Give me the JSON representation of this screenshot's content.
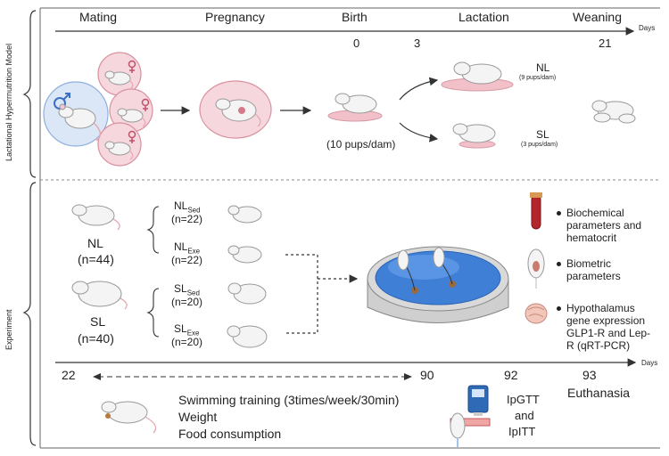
{
  "model_label": "Lactational Hyperrnutrition Model",
  "experiment_label": "Experiment",
  "timeline1": {
    "stages": [
      "Mating",
      "Pregnancy",
      "Birth",
      "Lactation",
      "Weaning"
    ],
    "ticks": [
      "0",
      "3",
      "21"
    ],
    "unit": "Days"
  },
  "litter": {
    "birth_note": "(10 pups/dam)",
    "nl": "NL",
    "nl_note": "(9 pups/dam)",
    "sl": "SL",
    "sl_note": "(3 pups/dam)"
  },
  "groups": {
    "nl": {
      "name": "NL",
      "n": "(n=44)"
    },
    "sl": {
      "name": "SL",
      "n": "(n=40)"
    },
    "nl_sed": {
      "base": "NL",
      "sub": "Sed",
      "n": "(n=22)"
    },
    "nl_exe": {
      "base": "NL",
      "sub": "Exe",
      "n": "(n=22)"
    },
    "sl_sed": {
      "base": "SL",
      "sub": "Sed",
      "n": "(n=20)"
    },
    "sl_exe": {
      "base": "SL",
      "sub": "Exe",
      "n": "(n=20)"
    }
  },
  "outcomes": [
    [
      "Biochemical",
      "parameters and",
      "hematocrit"
    ],
    [
      "Biometric",
      "parameters"
    ],
    [
      "Hypothalamus",
      "gene expression",
      "GLP1-R and Lep-",
      "R (qRT-PCR)"
    ]
  ],
  "timeline2": {
    "ticks": [
      "22",
      "90",
      "92",
      "93"
    ],
    "unit": "Days",
    "euthanasia": "Euthanasia"
  },
  "training": [
    "Swimming training (3times/week/30min)",
    "Weight",
    "Food consumption"
  ],
  "tests": [
    "IpGTT",
    "and",
    "IpITT"
  ]
}
